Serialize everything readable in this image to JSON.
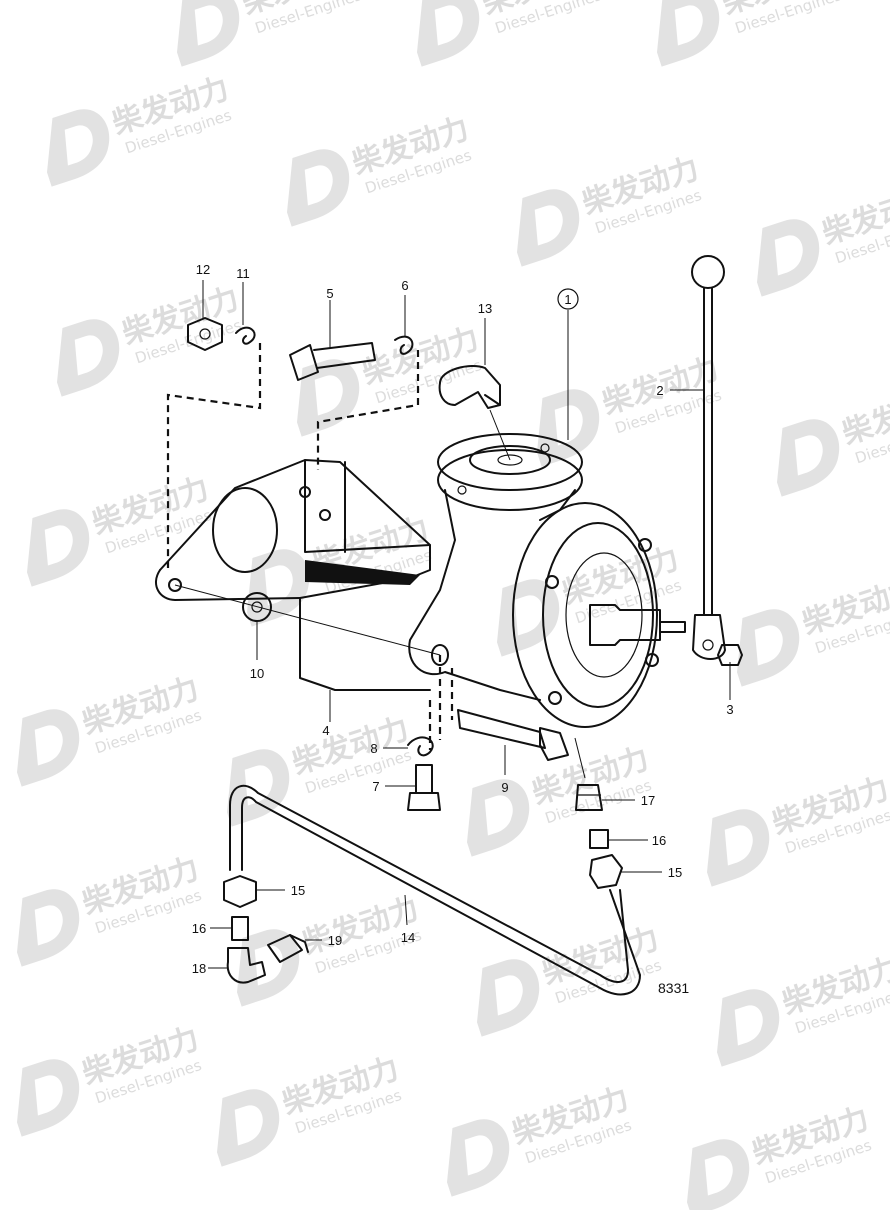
{
  "watermark": {
    "cn": "柴发动力",
    "en": "Diesel-Engines"
  },
  "drawing_number": "8331",
  "callouts": [
    {
      "id": "c1",
      "label": "1",
      "circled": true
    },
    {
      "id": "c2",
      "label": "2"
    },
    {
      "id": "c3",
      "label": "3"
    },
    {
      "id": "c4",
      "label": "4"
    },
    {
      "id": "c5",
      "label": "5"
    },
    {
      "id": "c6",
      "label": "6"
    },
    {
      "id": "c7",
      "label": "7"
    },
    {
      "id": "c8",
      "label": "8"
    },
    {
      "id": "c9",
      "label": "9"
    },
    {
      "id": "c10",
      "label": "10"
    },
    {
      "id": "c11",
      "label": "11"
    },
    {
      "id": "c12",
      "label": "12"
    },
    {
      "id": "c13",
      "label": "13"
    },
    {
      "id": "c14",
      "label": "14"
    },
    {
      "id": "c15a",
      "label": "15"
    },
    {
      "id": "c15b",
      "label": "15"
    },
    {
      "id": "c16a",
      "label": "16"
    },
    {
      "id": "c16b",
      "label": "16"
    },
    {
      "id": "c17",
      "label": "17"
    },
    {
      "id": "c18",
      "label": "18"
    },
    {
      "id": "c19",
      "label": "19"
    }
  ]
}
